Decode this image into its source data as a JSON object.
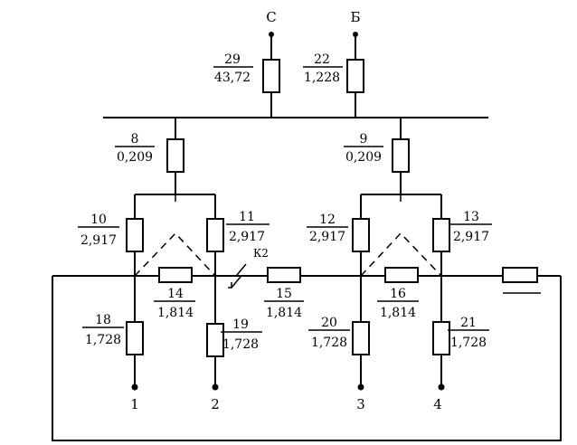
{
  "sources": [
    {
      "label": "С"
    },
    {
      "label": "Б"
    }
  ],
  "elements": [
    {
      "num": "29",
      "value": "43,72"
    },
    {
      "num": "22",
      "value": "1,228"
    },
    {
      "num": "8",
      "value": "0,209"
    },
    {
      "num": "9",
      "value": "0,209"
    },
    {
      "num": "10",
      "value": "2,917"
    },
    {
      "num": "11",
      "value": "2,917"
    },
    {
      "num": "12",
      "value": "2,917"
    },
    {
      "num": "13",
      "value": "2,917"
    },
    {
      "num": "14",
      "value": "1,814"
    },
    {
      "num": "15",
      "value": "1,814"
    },
    {
      "num": "16",
      "value": "1,814"
    },
    {
      "num": "18",
      "value": "1,728"
    },
    {
      "num": "19",
      "value": "1,728"
    },
    {
      "num": "20",
      "value": "1,728"
    },
    {
      "num": "21",
      "value": "1,728"
    }
  ],
  "fault_label": "К2",
  "nodes": [
    "1",
    "2",
    "3",
    "4"
  ]
}
